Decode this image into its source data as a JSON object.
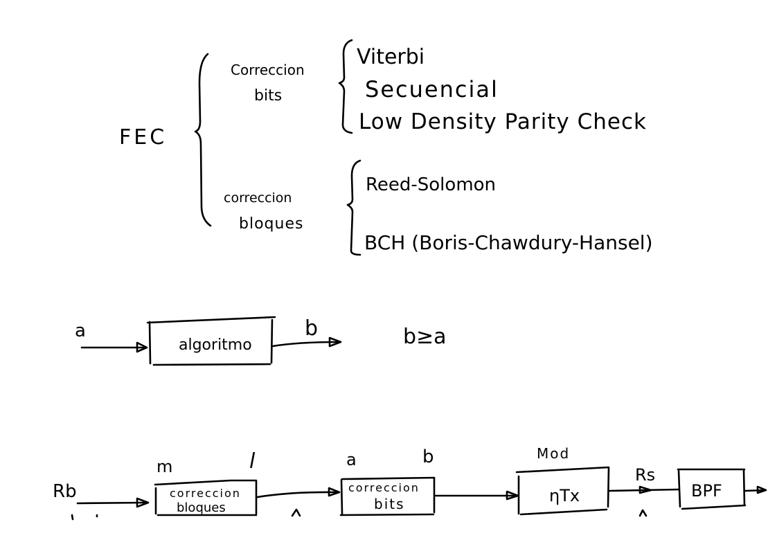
{
  "fec_tree": {
    "root": "FEC",
    "branches": [
      {
        "label_lines": [
          "Correccion",
          "bits"
        ],
        "items": [
          "Viterbi",
          "Secuencial",
          "Low Density Parity Check"
        ]
      },
      {
        "label_lines": [
          "correccion",
          "bloques"
        ],
        "items": [
          "Reed-Solomon",
          "BCH (Boris-Chawdury-Hansel)"
        ]
      }
    ]
  },
  "algorithm_diagram": {
    "input_label": "a",
    "block_label": "algoritmo",
    "output_label": "b",
    "relation": "b≥a"
  },
  "chain_diagram": {
    "input_label": "Rb",
    "blocks": [
      {
        "top_left": "m",
        "top_right": "l",
        "lines": [
          "correccion",
          "bloques"
        ]
      },
      {
        "top_left": "a",
        "top_right": "b",
        "lines": [
          "correccion",
          "bits"
        ]
      },
      {
        "top_left": "Mod",
        "top_right": "",
        "lines": [
          "ηTx"
        ]
      },
      {
        "top_left": "",
        "top_right": "",
        "lines": [
          "BPF"
        ]
      }
    ],
    "rate_label": "Rs"
  }
}
